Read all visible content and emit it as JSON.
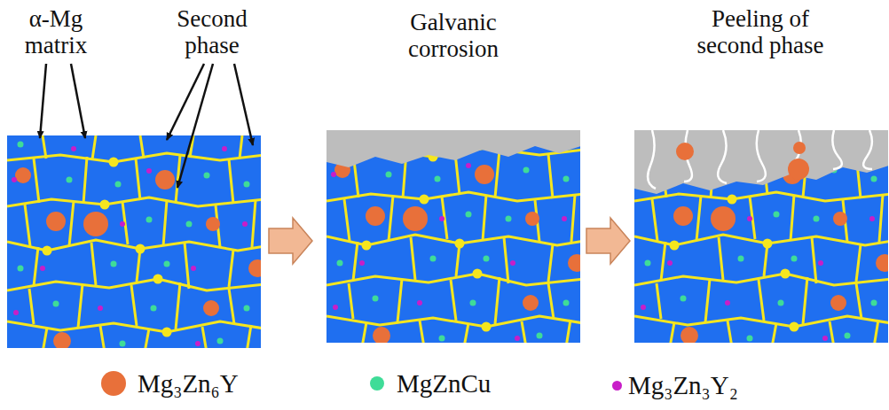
{
  "diagram": {
    "labels": [
      "α-Mg matrix",
      "Second phase",
      "Galvanic corrosion",
      "Peeling of second phase"
    ],
    "legend": [
      {
        "text": "Mg₃Zn₆Y",
        "color": "#e8703a"
      },
      {
        "text": "MgZnCu",
        "color": "#3fdc98"
      },
      {
        "text": "Mg₃Zn₃Y₂",
        "color": "#c81ec8"
      }
    ]
  }
}
